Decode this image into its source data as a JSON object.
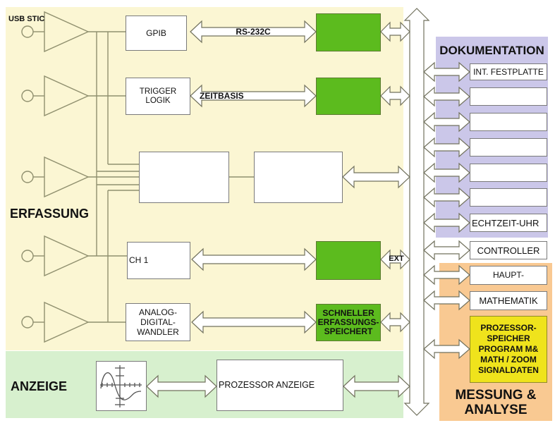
{
  "sections": {
    "erfassung_label": "ERFASSUNG",
    "anzeige_label": "ANZEIGE",
    "dokumentation_label": "DOKUMENTATION",
    "messung_line1": "MESSUNG &",
    "messung_line2": "ANALYSE"
  },
  "acquisition": {
    "usb_label": "USB STIC",
    "gpib": "GPIB",
    "trigger_logik": "TRIGGER LOGIK",
    "ch1": "CH 1",
    "adc_lines": [
      "ANALOG-",
      "DIGITAL-",
      "WANDLER"
    ],
    "fast_memory_lines": [
      "SCHNELLER",
      "ERFASSUNGS-",
      "SPEICHERT"
    ],
    "rs232_label": "RS-232C",
    "zeitbasis_label": "ZEITBASIS",
    "ext_label": "EXT"
  },
  "display": {
    "prozessor_anzeige": "PROZESSOR ANZEIGE",
    "scope_icon": "sine-wave-display-icon"
  },
  "documentation": {
    "boxes": [
      "INT. FESTPLATTE",
      "",
      "",
      "",
      "",
      "",
      "ECHTZEIT-UHR"
    ]
  },
  "system": {
    "controller": "CONTROLLER"
  },
  "analysis": {
    "haupt": "HAUPT-",
    "mathematik": "MATHEMATIK",
    "prozessor_speicher_lines": [
      "PROZESSOR-",
      "SPEICHER",
      "PROGRAM M&",
      "MATH / ZOOM",
      "SIGNALDATEN"
    ]
  },
  "colors": {
    "cream_panel": "#FBF6D3",
    "display_band": "#D7F0CE",
    "documentation_panel": "#CBC7E9",
    "analysis_panel": "#F9C992",
    "process_block_green": "#5CBB1E",
    "memory_block_yellow": "#EFE31C",
    "wire": "#90906F",
    "arrow_outline": "#72725E"
  }
}
